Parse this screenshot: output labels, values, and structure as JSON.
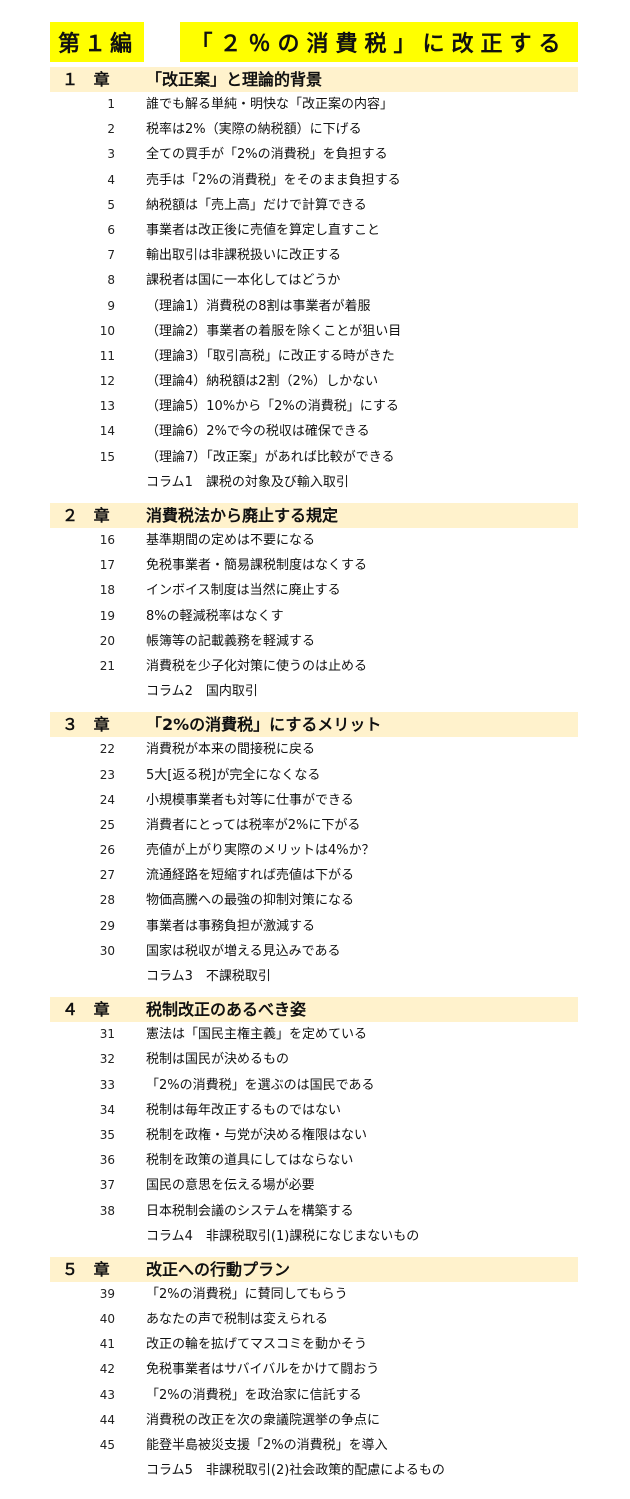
{
  "header": {
    "part_label": "第１編",
    "part_title": "「２％の消費税」に改正する"
  },
  "chapters": [
    {
      "num": "１ 章",
      "title": "「改正案」と理論的背景",
      "items": [
        {
          "no": "1",
          "text": "誰でも解る単純・明快な「改正案の内容」"
        },
        {
          "no": "2",
          "text": "税率は2%（実際の納税額）に下げる"
        },
        {
          "no": "3",
          "text": "全ての買手が「2%の消費税」を負担する"
        },
        {
          "no": "4",
          "text": "売手は「2%の消費税」をそのまま負担する"
        },
        {
          "no": "5",
          "text": "納税額は「売上高」だけで計算できる"
        },
        {
          "no": "6",
          "text": "事業者は改正後に売値を算定し直すこと"
        },
        {
          "no": "7",
          "text": "輸出取引は非課税扱いに改正する"
        },
        {
          "no": "8",
          "text": "課税者は国に一本化してはどうか"
        },
        {
          "no": "9",
          "text": "（理論1）消費税の8割は事業者が着服"
        },
        {
          "no": "10",
          "text": "（理論2）事業者の着服を除くことが狙い目"
        },
        {
          "no": "11",
          "text": "（理論3）「取引高税」に改正する時がきた"
        },
        {
          "no": "12",
          "text": "（理論4）納税額は2割（2%）しかない"
        },
        {
          "no": "13",
          "text": "（理論5）10%から「2%の消費税」にする"
        },
        {
          "no": "14",
          "text": "（理論6）2%で今の税収は確保できる"
        },
        {
          "no": "15",
          "text": "（理論7）「改正案」があれば比較ができる"
        }
      ],
      "column": "コラム1　課税の対象及び輸入取引"
    },
    {
      "num": "２ 章",
      "title": "消費税法から廃止する規定",
      "items": [
        {
          "no": "16",
          "text": "基準期間の定めは不要になる"
        },
        {
          "no": "17",
          "text": "免税事業者・簡易課税制度はなくする"
        },
        {
          "no": "18",
          "text": "インボイス制度は当然に廃止する"
        },
        {
          "no": "19",
          "text": "8%の軽減税率はなくす"
        },
        {
          "no": "20",
          "text": "帳簿等の記載義務を軽減する"
        },
        {
          "no": "21",
          "text": "消費税を少子化対策に使うのは止める"
        }
      ],
      "column": "コラム2　国内取引"
    },
    {
      "num": "３ 章",
      "title": "「2%の消費税」にするメリット",
      "items": [
        {
          "no": "22",
          "text": "消費税が本来の間接税に戻る"
        },
        {
          "no": "23",
          "text": "5大[返る税]が完全になくなる"
        },
        {
          "no": "24",
          "text": "小規模事業者も対等に仕事ができる"
        },
        {
          "no": "25",
          "text": "消費者にとっては税率が2%に下がる"
        },
        {
          "no": "26",
          "text": "売値が上がり実際のメリットは4%か？"
        },
        {
          "no": "27",
          "text": "流通経路を短縮すれば売値は下がる"
        },
        {
          "no": "28",
          "text": "物価高騰への最強の抑制対策になる"
        },
        {
          "no": "29",
          "text": "事業者は事務負担が激減する"
        },
        {
          "no": "30",
          "text": "国家は税収が増える見込みである"
        }
      ],
      "column": "コラム3　不課税取引"
    },
    {
      "num": "４ 章",
      "title": "税制改正のあるべき姿",
      "items": [
        {
          "no": "31",
          "text": "憲法は「国民主権主義」を定めている"
        },
        {
          "no": "32",
          "text": "税制は国民が決めるもの"
        },
        {
          "no": "33",
          "text": "「2%の消費税」を選ぶのは国民である"
        },
        {
          "no": "34",
          "text": "税制は毎年改正するものではない"
        },
        {
          "no": "35",
          "text": "税制を政権・与党が決める権限はない"
        },
        {
          "no": "36",
          "text": "税制を政策の道具にしてはならない"
        },
        {
          "no": "37",
          "text": "国民の意思を伝える場が必要"
        },
        {
          "no": "38",
          "text": "日本税制会議のシステムを構築する"
        }
      ],
      "column": "コラム4　非課税取引(1)課税になじまないもの"
    },
    {
      "num": "５ 章",
      "title": "改正への行動プラン",
      "items": [
        {
          "no": "39",
          "text": "「2%の消費税」に賛同してもらう"
        },
        {
          "no": "40",
          "text": "あなたの声で税制は変えられる"
        },
        {
          "no": "41",
          "text": "改正の輪を拡げてマスコミを動かそう"
        },
        {
          "no": "42",
          "text": "免税事業者はサバイバルをかけて闘おう"
        },
        {
          "no": "43",
          "text": "「2%の消費税」を政治家に信託する"
        },
        {
          "no": "44",
          "text": "消費税の改正を次の衆議院選挙の争点に"
        },
        {
          "no": "45",
          "text": "能登半島被災支援「2%の消費税」を導入"
        }
      ],
      "column": "コラム5　非課税取引(2)社会政策的配慮によるもの"
    }
  ]
}
